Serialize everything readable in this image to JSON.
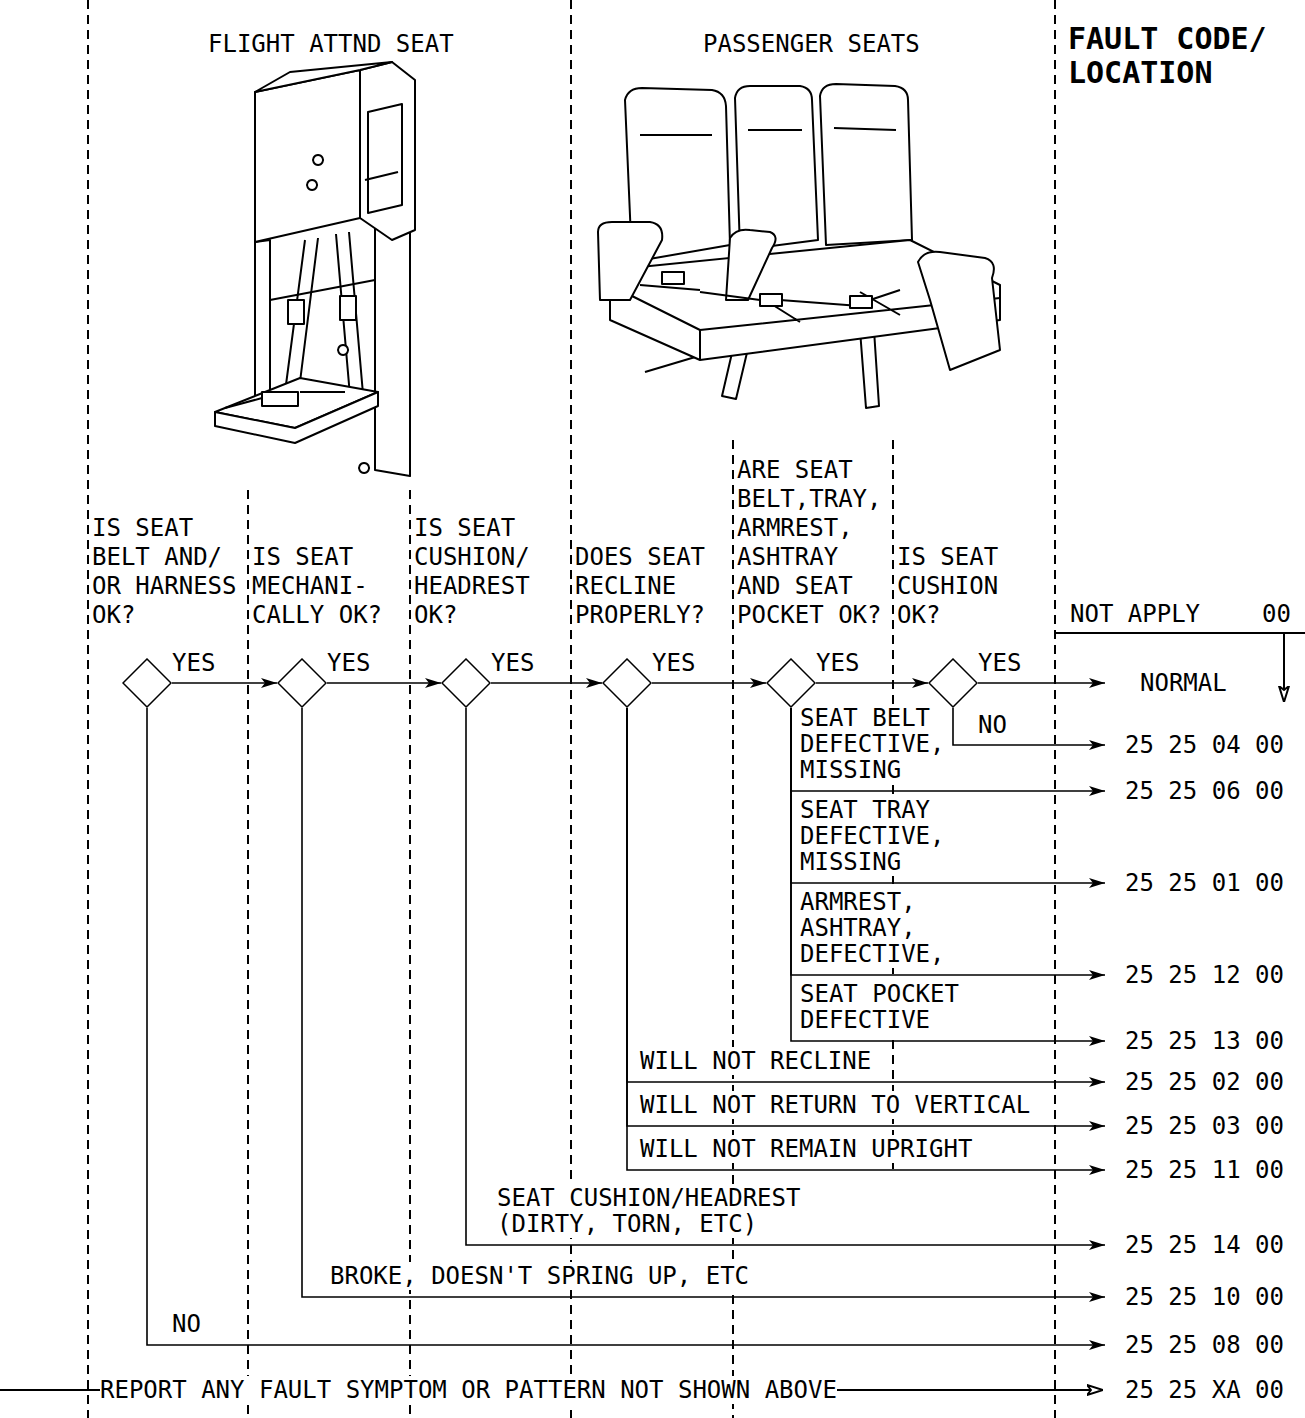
{
  "diagram": {
    "nodes": [
      {
        "text": [
          "IS SEAT BELT AND/ OR HARNESS OK?"
        ]
      },
      {
        "text": [
          "IS SEAT MECHANI- CALLY OK?"
        ]
      },
      {
        "text": [
          "IS SEAT CUSHION/ HEADREST OK?"
        ]
      },
      {
        "text": [
          "DOES SEAT RECLINE PROPERLY?"
        ]
      },
      {
        "text": [
          "ARE SEAT BELT,TRAY, ARMREST, ASHTRAY AND SEAT POCKET OK?"
        ]
      },
      {
        "text": [
          "IS SEAT CUSHION OK?"
        ]
      },
      {
        "text": [
          "NORMAL"
        ]
      },
      {
        "text": [
          "25 25 04 00"
        ]
      },
      {
        "text": [
          "25 25 06 00"
        ]
      },
      {
        "text": [
          "25 25 01 00"
        ]
      },
      {
        "text": [
          "25 25 12 00"
        ]
      },
      {
        "text": [
          "25 25 13 00"
        ]
      },
      {
        "text": [
          "25 25 02 00"
        ]
      },
      {
        "text": [
          "25 25 03 00"
        ]
      },
      {
        "text": [
          "25 25 11 00"
        ]
      },
      {
        "text": [
          "25 25 14 00"
        ]
      },
      {
        "text": [
          "25 25 10 00"
        ]
      },
      {
        "text": [
          "25 25 08 00"
        ]
      },
      {
        "text": [
          "25 25 XA 00"
        ]
      }
    ],
    "edges": [
      {
        "from": 0,
        "to": 1,
        "arrow": "to",
        "label": "YES"
      },
      {
        "from": 1,
        "to": 2,
        "arrow": "to",
        "label": "YES"
      },
      {
        "from": 2,
        "to": 3,
        "arrow": "to",
        "label": "YES"
      },
      {
        "from": 3,
        "to": 4,
        "arrow": "to",
        "label": "YES"
      },
      {
        "from": 4,
        "to": 5,
        "arrow": "to",
        "label": "YES"
      },
      {
        "from": 5,
        "to": 6,
        "arrow": "to",
        "label": "YES"
      },
      {
        "from": 5,
        "to": 7,
        "arrow": "to",
        "label": "NO"
      },
      {
        "from": 4,
        "to": 8,
        "arrow": "to",
        "label": "SEAT BELT DEFECTIVE, MISSING"
      },
      {
        "from": 4,
        "to": 9,
        "arrow": "to",
        "label": "SEAT TRAY DEFECTIVE, MISSING"
      },
      {
        "from": 4,
        "to": 10,
        "arrow": "to",
        "label": "ARMREST, ASHTRAY, DEFECTIVE,"
      },
      {
        "from": 4,
        "to": 11,
        "arrow": "to",
        "label": "SEAT POCKET DEFECTIVE"
      },
      {
        "from": 3,
        "to": 12,
        "arrow": "to",
        "label": "WILL NOT RECLINE"
      },
      {
        "from": 3,
        "to": 13,
        "arrow": "to",
        "label": "WILL NOT RETURN TO VERTICAL"
      },
      {
        "from": 3,
        "to": 14,
        "arrow": "to",
        "label": "WILL NOT REMAIN UPRIGHT"
      },
      {
        "from": 2,
        "to": 15,
        "arrow": "to",
        "label": "SEAT CUSHION/HEADREST (DIRTY, TORN, ETC)"
      },
      {
        "from": 1,
        "to": 16,
        "arrow": "to",
        "label": "BROKE, DOESN'T SPRING UP, ETC"
      },
      {
        "from": 0,
        "to": 17,
        "arrow": "to",
        "label": "NO"
      }
    ],
    "labels": [
      "FLIGHT ATTND SEAT",
      "PASSENGER SEATS",
      "FAULT CODE/ LOCATION",
      "NOT APPLY",
      "00",
      "REPORT ANY FAULT SYMPTOM OR PATTERN NOT SHOWN ABOVE"
    ]
  }
}
